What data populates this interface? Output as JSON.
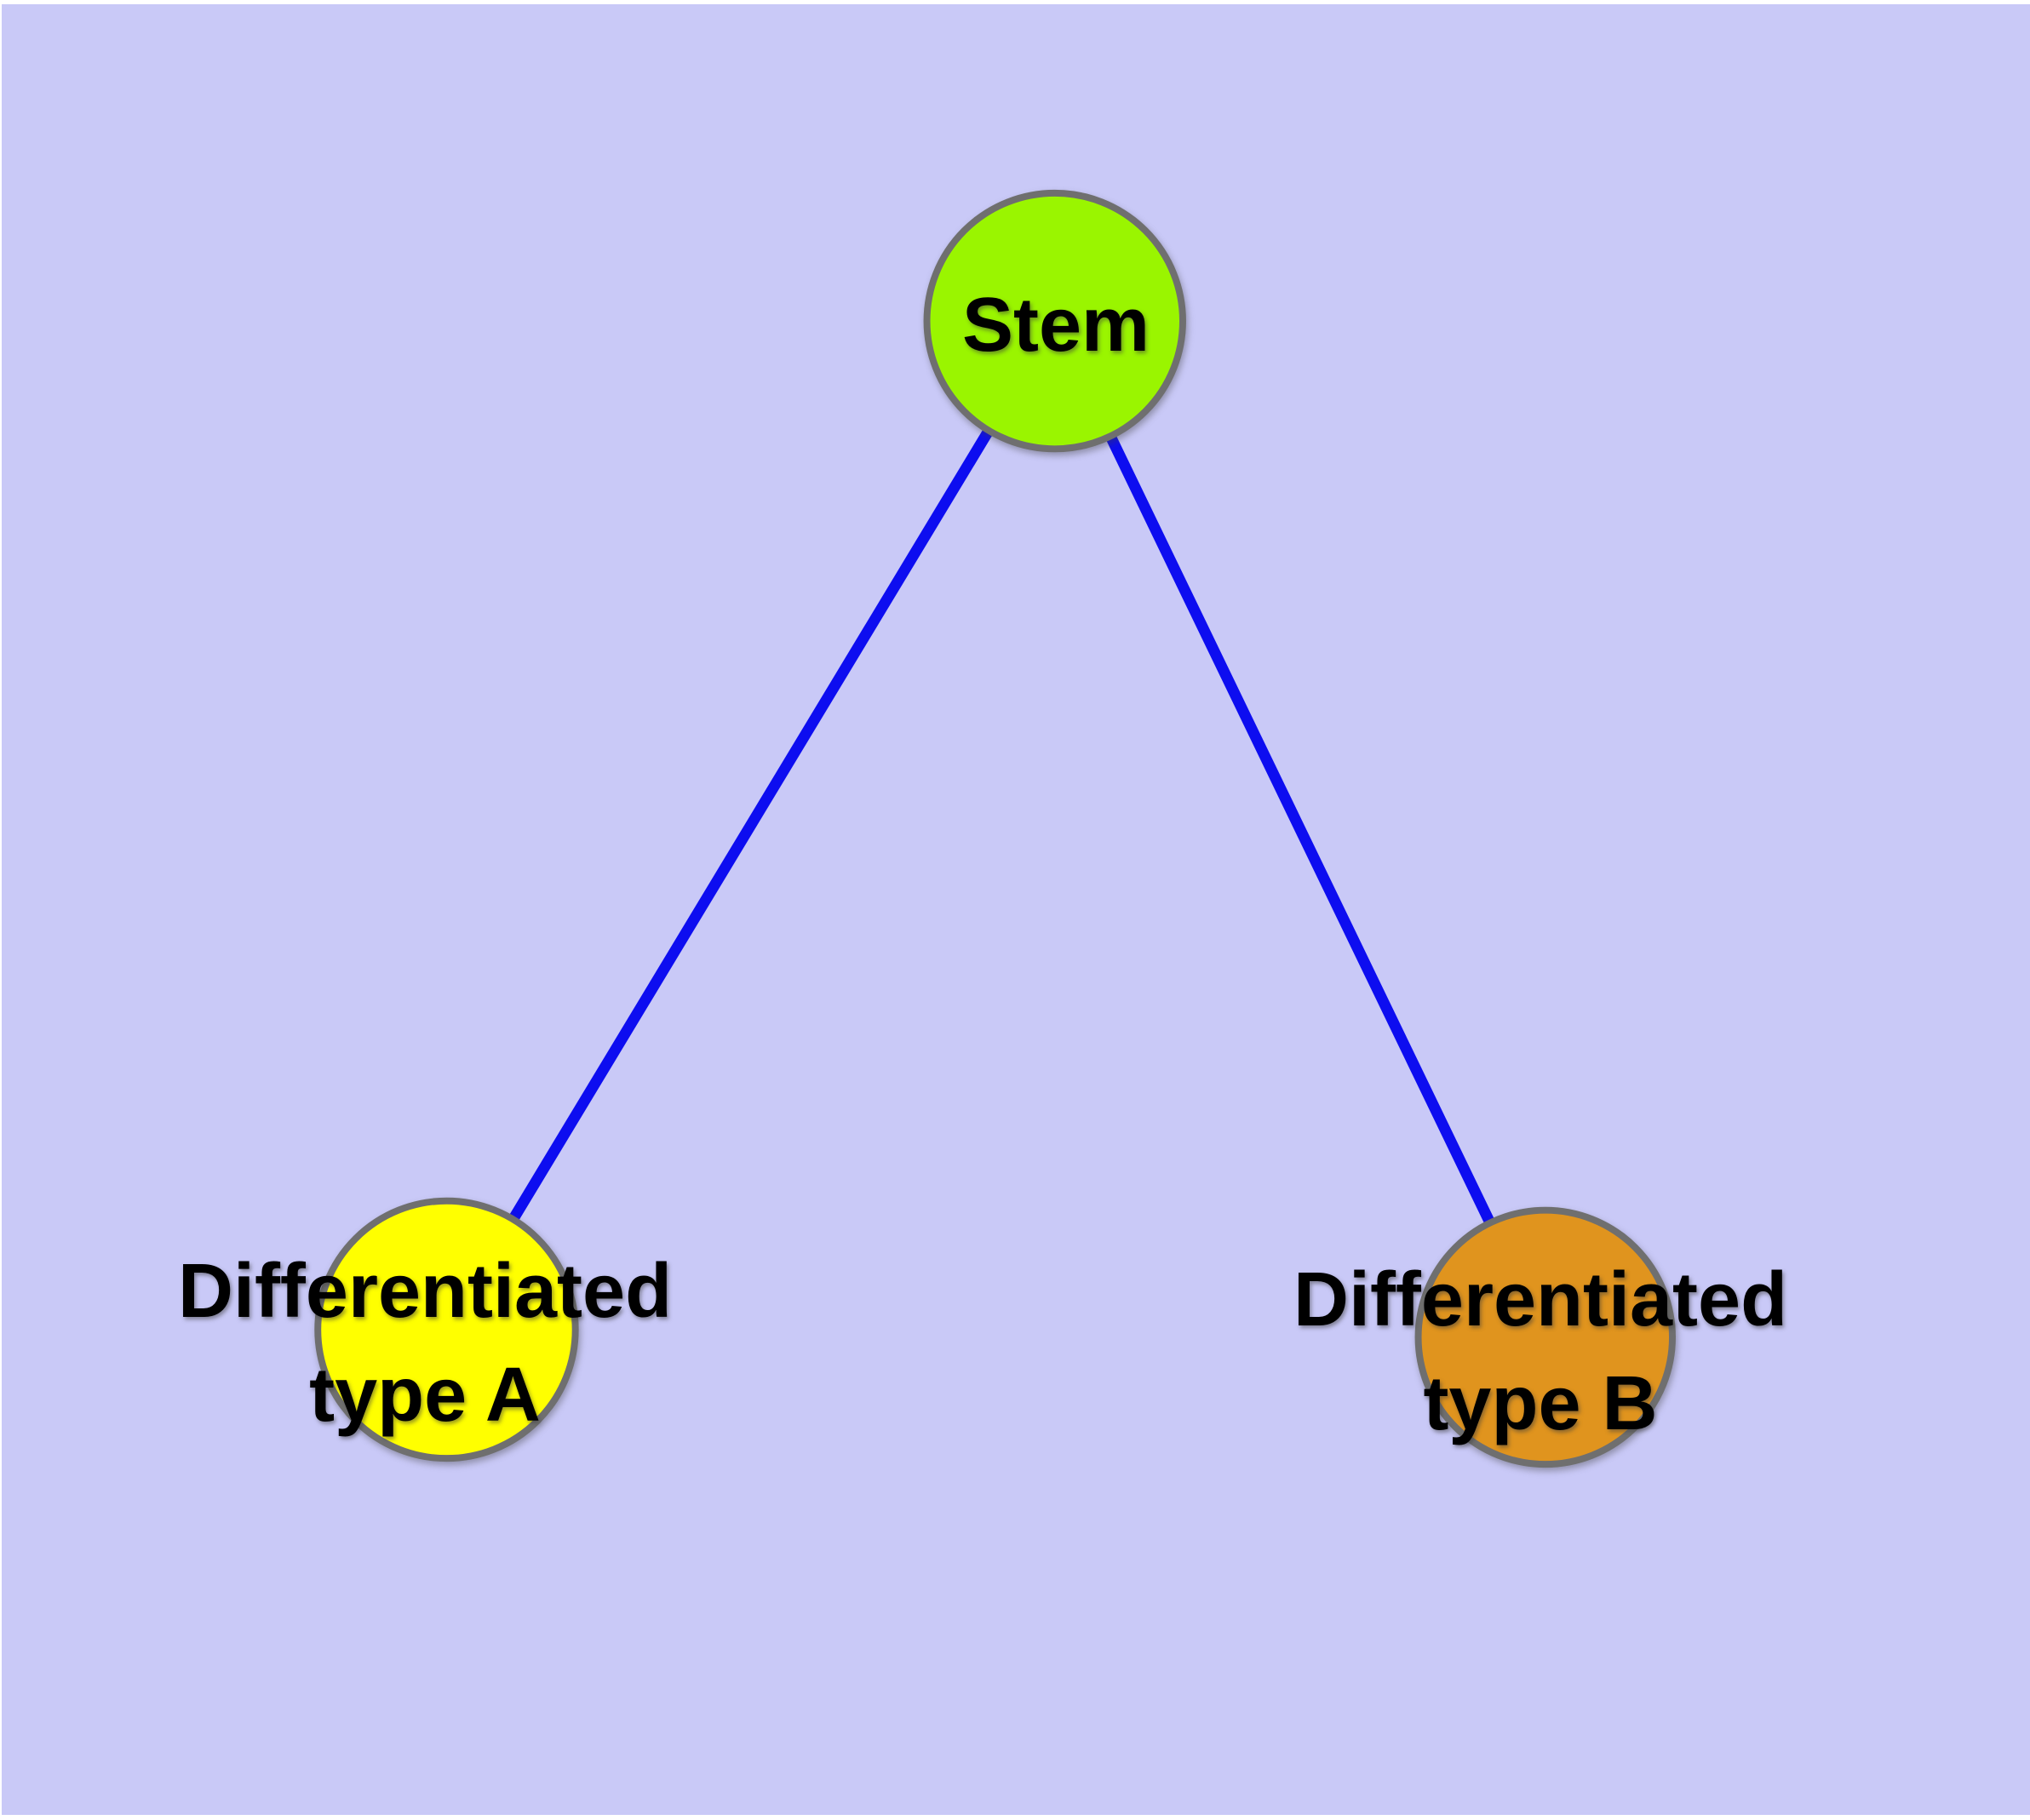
{
  "figure": {
    "background": "#C9C9F7",
    "frame_color": "#FFFFFF",
    "edge_style": {
      "color": "#0D0DF0",
      "width": "13"
    },
    "node_style": {
      "border_color": "#6F6F6F",
      "border_width": "8",
      "label_color": "#000000"
    },
    "nodes": [
      {
        "id": "stem",
        "label": "Stem",
        "fill": "#9AF500"
      },
      {
        "id": "differentiated-type-a",
        "label": "Differentiated\ntype A",
        "fill": "#FFFF00"
      },
      {
        "id": "differentiated-type-b",
        "label": "Differentiated\ntype B",
        "fill": "#E0941E"
      }
    ],
    "edges": [
      {
        "from": "stem",
        "to": "differentiated-type-a"
      },
      {
        "from": "stem",
        "to": "differentiated-type-b"
      }
    ]
  }
}
